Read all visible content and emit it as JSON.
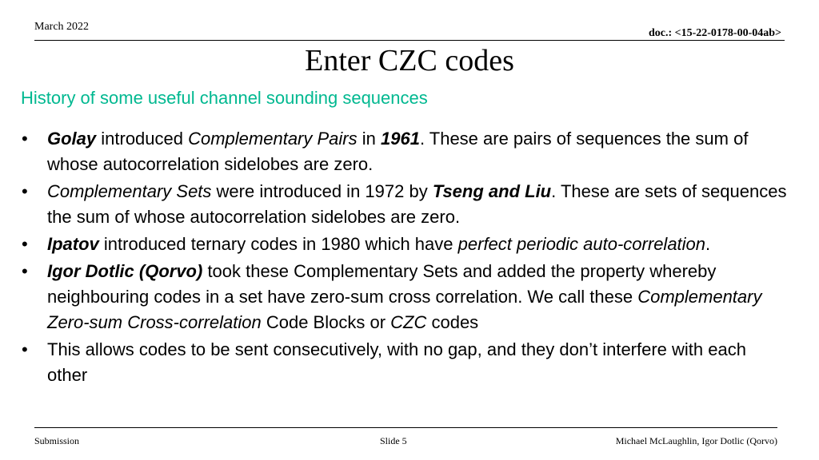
{
  "header": {
    "date": "March 2022",
    "doc_id": "doc.: <15-22-0178-00-04ab>"
  },
  "slide": {
    "title": "Enter CZC codes",
    "subtitle": "History of some useful channel sounding sequences",
    "subtitle_color": "#00b890",
    "bullet_symbol": "•",
    "bullets": [
      {
        "parts": [
          "Golay",
          " introduced ",
          "Complementary Pairs",
          " in ",
          "1961",
          ". These are pairs of sequences the sum of whose autocorrelation sidelobes are zero."
        ]
      },
      {
        "parts": [
          "Complementary Sets",
          " were introduced in 1972 by ",
          "Tseng and Liu",
          ". These are sets of sequences the sum of whose autocorrelation sidelobes are zero."
        ]
      },
      {
        "parts": [
          "Ipatov",
          " introduced ternary codes in 1980 which have ",
          "perfect periodic auto-correlation",
          "."
        ]
      },
      {
        "parts": [
          "Igor Dotlic (Qorvo)",
          " took these Complementary Sets and added the property whereby neighbouring codes in a set have zero-sum cross correlation. We call these ",
          "Complementary  Zero-sum Cross-correlation",
          " Code Blocks or ",
          "CZC",
          " codes"
        ]
      },
      {
        "parts": [
          "This allows codes to be sent consecutively, with no gap, and they don’t interfere with each other"
        ]
      }
    ]
  },
  "footer": {
    "left": "Submission",
    "center": "Slide 5",
    "right": "Michael McLaughlin, Igor Dotlic (Qorvo)"
  }
}
